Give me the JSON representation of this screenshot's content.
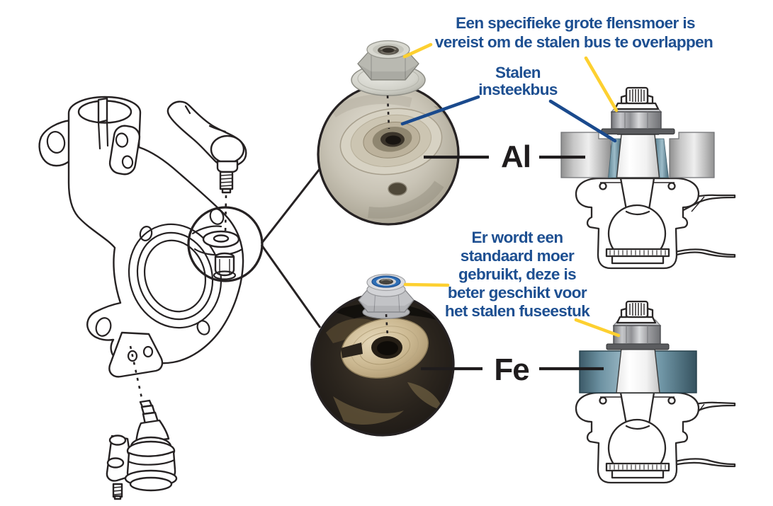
{
  "colors": {
    "annotation_text": "#1d4f91",
    "callout_blue": "#1a4a8d",
    "callout_yellow": "#fdd030",
    "line_art": "#262223",
    "aluminium_light": "#efefef",
    "aluminium_dark": "#8f8f8f",
    "steel_blue_light": "#a9c4d0",
    "steel_blue_dark": "#3c5a68",
    "nylon_ring_blue": "#2f6fb6"
  },
  "annotations": {
    "flange_nut_note": {
      "full": "Een specifieke grote flensmoer is vereist om de stalen bus te overlappen",
      "line1": "Een specifieke grote flensmoer is",
      "line2": "vereist om de stalen bus te overlappen"
    },
    "insert_bush_label": {
      "full": "Stalen insteekbus",
      "line1": "Stalen",
      "line2": "insteekbus"
    },
    "standard_nut_note": {
      "full": "Er wordt een standaard moer gebruikt, deze is beter geschikt voor het stalen fuseestuk",
      "line1": "Er wordt een",
      "line2": "standaard moer",
      "line3": "gebruikt, deze is",
      "line4": "beter geschikt voor",
      "line5": "het stalen fuseestuk"
    },
    "material_aluminium": "Al",
    "material_steel": "Fe"
  }
}
